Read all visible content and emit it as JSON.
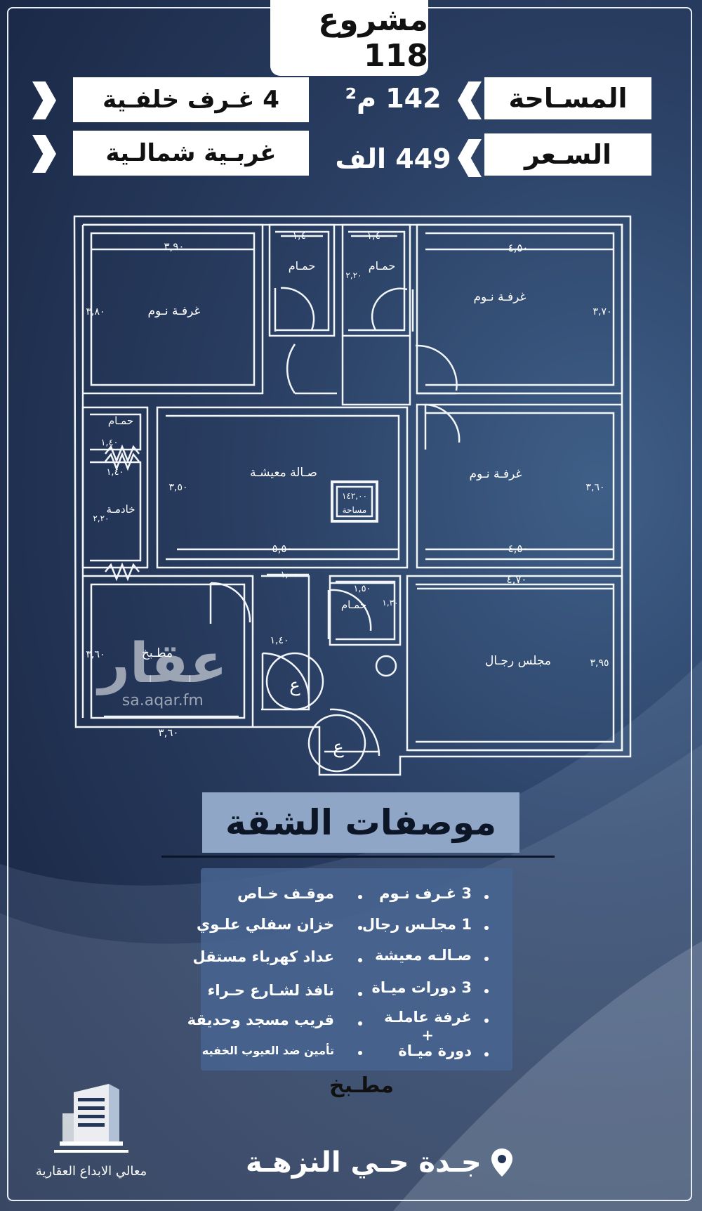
{
  "project": {
    "title": "مشروع 118"
  },
  "header": {
    "rooms_label": "4 غـرف خلفـية",
    "facing_label": "غربـية شمالـية",
    "area_label": "المسـاحة",
    "area_value": "142 م²",
    "price_label": "السـعر",
    "price_value": "449 الف"
  },
  "floor_plan": {
    "rooms": {
      "bedroom_1": "غرفـة نـوم",
      "bedroom_2": "غرفـة نـوم",
      "bedroom_3": "غرفـة نـوم",
      "bath_1": "حمـام",
      "bath_2": "حمـام",
      "bath_3": "حمـام",
      "bath_4": "حمـام",
      "maid": "خادمـة",
      "living": "صـالة معيشـة",
      "kitchen": "مطـبخ",
      "majlis": "مجلس رجـال"
    },
    "area_stamp": {
      "value": "١٤٢,٠٠",
      "label": "مساحة"
    },
    "dims": {
      "d1": "٣,٩٠",
      "d2": "١,٤٠",
      "d3": "١,٤٠",
      "d4": "٤,٥٠",
      "d5": "٣,٨٠",
      "d6": "٣,٧٠",
      "d7": "٢,٢٠",
      "d8": "١,٤٠",
      "d9": "١,٤٠",
      "d10": "٣,٥٠",
      "d11": "٣,٦٠",
      "d12": "٥,٥٠",
      "d13": "٤,٥٠",
      "d14": "٢,٢٠",
      "d15": "١,٠٠",
      "d16": "١,٥٠",
      "d17": "١,٣٠",
      "d18": "٤,٧٠",
      "d19": "١,٤٠",
      "d20": "٣,٦٠",
      "d21": "٣,٦٠",
      "d22": "٣,٩٥"
    },
    "door_marks": {
      "a": "ع",
      "b": "ع"
    }
  },
  "watermark": {
    "brand": "عقار",
    "url": "sa.aqar.fm"
  },
  "specs": {
    "title": "موصفات الشقة",
    "right_column": [
      "3 غـرف نـوم",
      "1 مجلـس رجال",
      "صـالـه معيشة",
      "3 دورات ميـاة",
      "غرفة عاملـة",
      "+",
      "دورة ميـاة"
    ],
    "left_column": [
      "موقـف خـاص",
      "خزان سفلي علـوي",
      "عداد كهرباء مستقل",
      "نافذ لشـارع حـراء",
      "قريب مسجد وحديقة",
      "تأمين ضد العيوب الخفيه"
    ],
    "kitchen": "مطـبخ"
  },
  "company": {
    "name": "معالي الابداع العقارية"
  },
  "location": {
    "text": "جـدة حـي النزهـة"
  },
  "colors": {
    "background": "#243657",
    "plan_lines": "#f2f5fa",
    "spec_title_bg": "#8fa6c7",
    "spec_box_bg": "#466491"
  }
}
